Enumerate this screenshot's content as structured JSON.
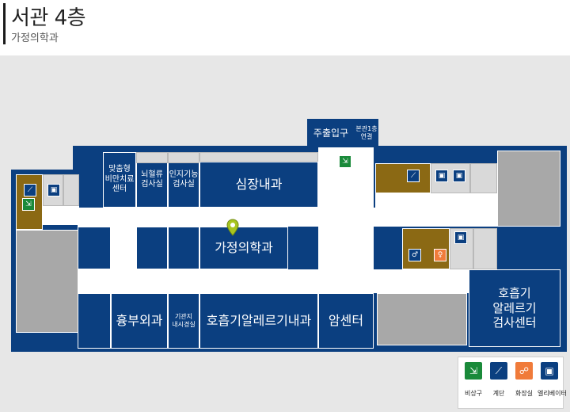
{
  "header": {
    "title": "서관 4층",
    "subtitle": "가정의학과"
  },
  "colors": {
    "room": "#0b3f80",
    "service": "#8b6914",
    "gray": "#a8a8a8",
    "background": "#e7e7e7",
    "exit": "#1a8a3a",
    "restroom_female": "#f07b3a",
    "pin": "#a8c520"
  },
  "entrance": {
    "main_label": "주출입구",
    "link_label": "본관1층\n연결"
  },
  "rooms": {
    "maj": "맞춤형\n비만치료\n센터",
    "brain": "뇌혈류\n검사실",
    "cog": "인지기능\n검사실",
    "cardio": "심장내과",
    "family": "가정의학과",
    "thoracic": "흉부외과",
    "bronch": "기관지\n내시경실",
    "allergy": "호흡기알레르기내과",
    "cancer": "암센터",
    "resp_center": "호흡기\n알레르기\n검사센터"
  },
  "legend": [
    {
      "label": "비상구",
      "icon": "exit-icon"
    },
    {
      "label": "계단",
      "icon": "stairs-icon"
    },
    {
      "label": "화장실",
      "icon": "restroom-icon"
    },
    {
      "label": "엘리베이터",
      "icon": "elevator-icon"
    }
  ]
}
